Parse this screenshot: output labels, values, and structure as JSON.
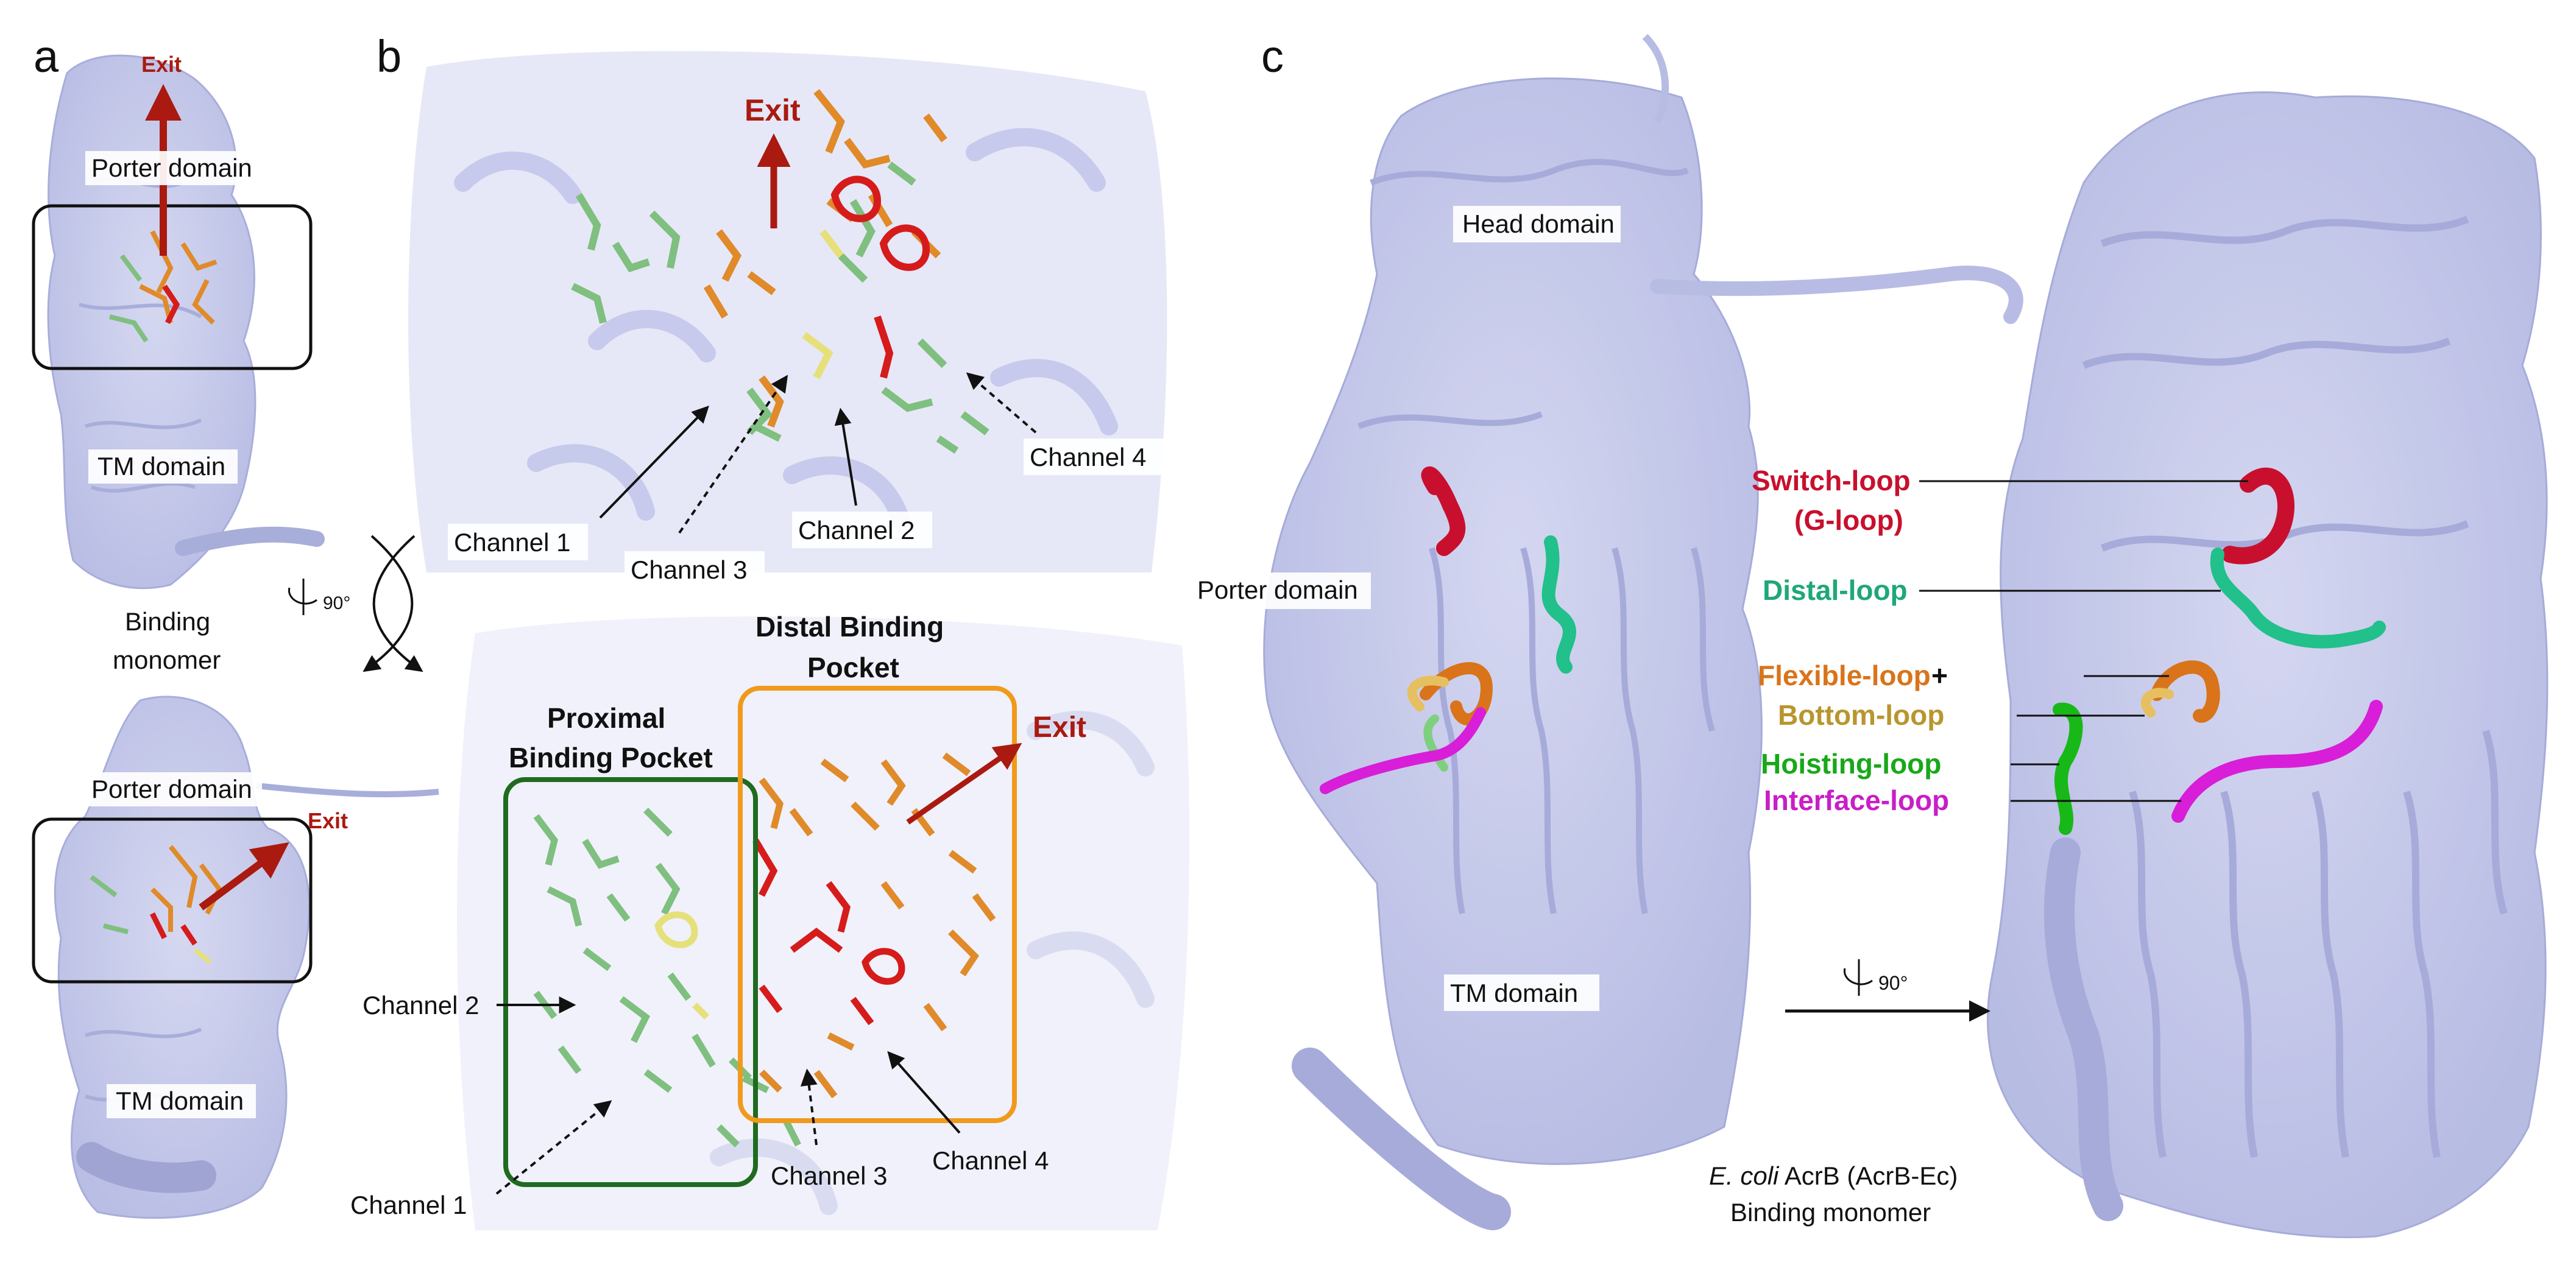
{
  "panels": {
    "a": {
      "letter": "a",
      "exit_top": "Exit",
      "porter_top": "Porter domain",
      "tm_top": "TM domain",
      "rotation": "90°",
      "binding_line1": "Binding",
      "binding_line2": "monomer",
      "porter_bottom": "Porter domain",
      "exit_bottom": "Exit",
      "tm_bottom": "TM domain"
    },
    "b": {
      "letter": "b",
      "exit_top": "Exit",
      "channels_top": {
        "channel1": "Channel 1",
        "channel2": "Channel 2",
        "channel3": "Channel 3",
        "channel4": "Channel 4"
      },
      "proximal_line1": "Proximal",
      "proximal_line2": "Binding Pocket",
      "distal_line1": "Distal Binding",
      "distal_line2": "Pocket",
      "exit_bottom": "Exit",
      "channels_bottom": {
        "channel1": "Channel 1",
        "channel2": "Channel 2",
        "channel3": "Channel 3",
        "channel4": "Channel 4"
      }
    },
    "c": {
      "letter": "c",
      "head_domain": "Head domain",
      "porter_domain": "Porter domain",
      "tm_domain": "TM domain",
      "rotation": "90°",
      "caption_italic": "E. coli",
      "caption_rest": " AcrB (AcrB-Ec)",
      "caption_line2": "Binding monomer",
      "loops": {
        "switch_line1": "Switch-loop",
        "switch_line2": "(G-loop)",
        "distal": "Distal-loop",
        "flexible": "Flexible-loop",
        "plus": " +",
        "bottom": "Bottom-loop",
        "hoisting": "Hoisting-loop",
        "interface": "Interface-loop"
      }
    }
  },
  "colors": {
    "protein": "#b9bde6",
    "protein_dark": "#8f95cc",
    "exit_arrow": "#aa1a10",
    "proximal_box": "#1f6b1f",
    "distal_box": "#f09a1c",
    "switch_loop": "#c8102e",
    "distal_loop": "#22c08a",
    "flexible_loop": "#d9741a",
    "bottom_loop": "#b8962e",
    "hoisting_loop": "#18b818",
    "interface_loop": "#d81ed8",
    "residue_green": "#7fbf7f",
    "residue_orange": "#e08a2a",
    "residue_red": "#d61b1b",
    "residue_yellow": "#e6e07a"
  }
}
